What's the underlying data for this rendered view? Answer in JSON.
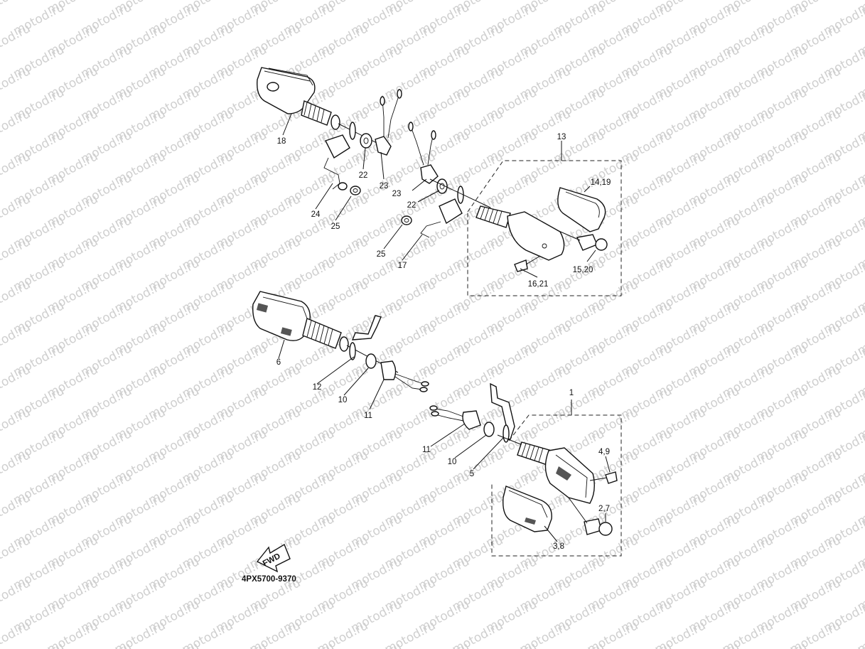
{
  "watermark": {
    "text": "motod.ru"
  },
  "diagram_code": "4PX5700-9370",
  "fwd_label": "FWD",
  "labels": {
    "l1": "1",
    "l2_7": "2,7",
    "l3_8": "3,8",
    "l4_9": "4,9",
    "l5": "5",
    "l6": "6",
    "l10a": "10",
    "l10b": "10",
    "l11a": "11",
    "l11b": "11",
    "l12": "12",
    "l13": "13",
    "l14_19": "14,19",
    "l15_20": "15,20",
    "l16_21": "16,21",
    "l17": "17",
    "l18": "18",
    "l22a": "22",
    "l22b": "22",
    "l23a": "23",
    "l23b": "23",
    "l24": "24",
    "l25a": "25",
    "l25b": "25"
  }
}
